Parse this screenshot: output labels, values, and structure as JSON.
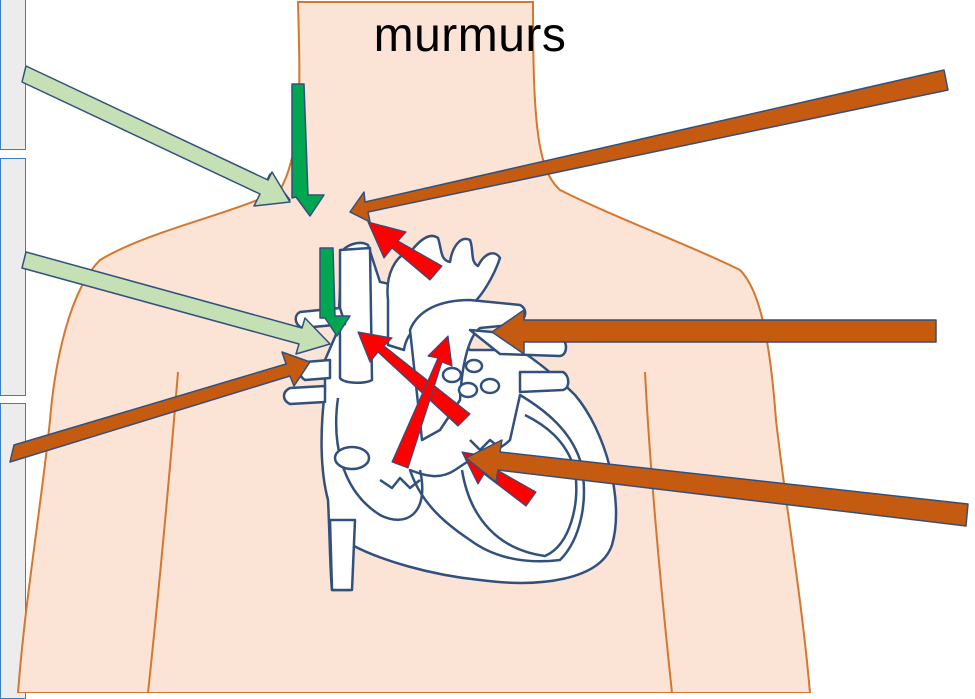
{
  "slide": {
    "title": "murmurs"
  },
  "colors": {
    "skin": "#fbe3d6",
    "skin_outline": "#d3782e",
    "heart_outline": "#32507d",
    "heart_fill": "#ffffff",
    "arrow_light_green": "#c5e0b4",
    "arrow_green": "#00a650",
    "arrow_red": "#ff0000",
    "arrow_orange": "#c55a11",
    "side_box_fill": "#ececec",
    "side_box_border": "#3a7fc2"
  },
  "icons": [
    "torso-figure",
    "heart-diagram"
  ]
}
